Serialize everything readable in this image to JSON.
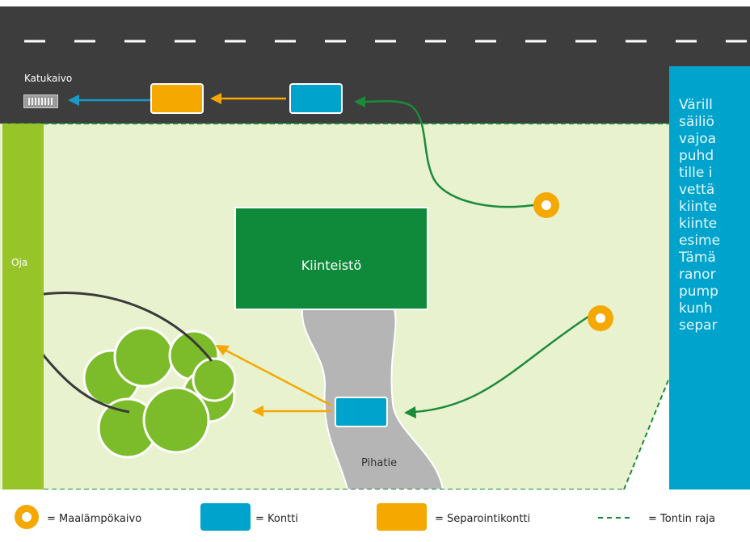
{
  "labels": {
    "street_drain": "Katukaivo",
    "ditch": "Oja",
    "building": "Kiinteistö",
    "driveway": "Pihatie"
  },
  "info_panel": {
    "lines": [
      "Värill",
      "säiliö",
      "vajoa",
      "puhd",
      "tille i",
      "vettä",
      "kiinte",
      "kiinte",
      "esime",
      "Tämä",
      "ranor",
      "pump",
      "kunh",
      "separ"
    ]
  },
  "legend": {
    "geothermal_well": "= Maalämpökaivo",
    "container": "= Kontti",
    "separator_container": "= Separointikontti",
    "property_border": "= Tontin raja"
  },
  "colors": {
    "road": "#3d3d3d",
    "yard": "#e8f2cf",
    "ditch": "#97c529",
    "building": "#0e8a3a",
    "container": "#00a3cc",
    "separator": "#f5a800",
    "green_arrow": "#1d8a3a",
    "orange_arrow": "#f5a800",
    "blue_arrow": "#1a9ac7",
    "dark_arrow": "#3a3a3a",
    "info_panel": "#00a3cc"
  }
}
